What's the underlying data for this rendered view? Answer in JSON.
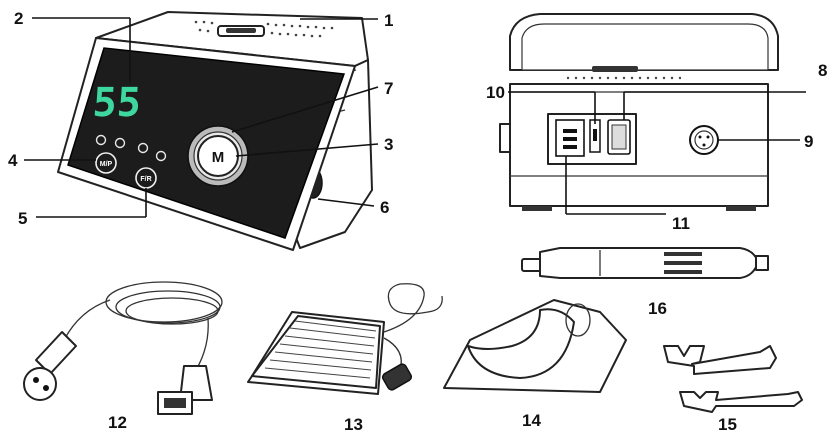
{
  "display": {
    "readout": "55"
  },
  "buttons": {
    "mode": "M/P",
    "forward_reverse": "F/R",
    "knob": "M"
  },
  "callouts": [
    "1",
    "2",
    "3",
    "4",
    "5",
    "6",
    "7",
    "8",
    "9",
    "10",
    "11",
    "12",
    "13",
    "14",
    "15",
    "16"
  ],
  "colors": {
    "display_digits": "#3fd7a0",
    "front_panel": "#1c1c1c",
    "lines": "#222222"
  }
}
